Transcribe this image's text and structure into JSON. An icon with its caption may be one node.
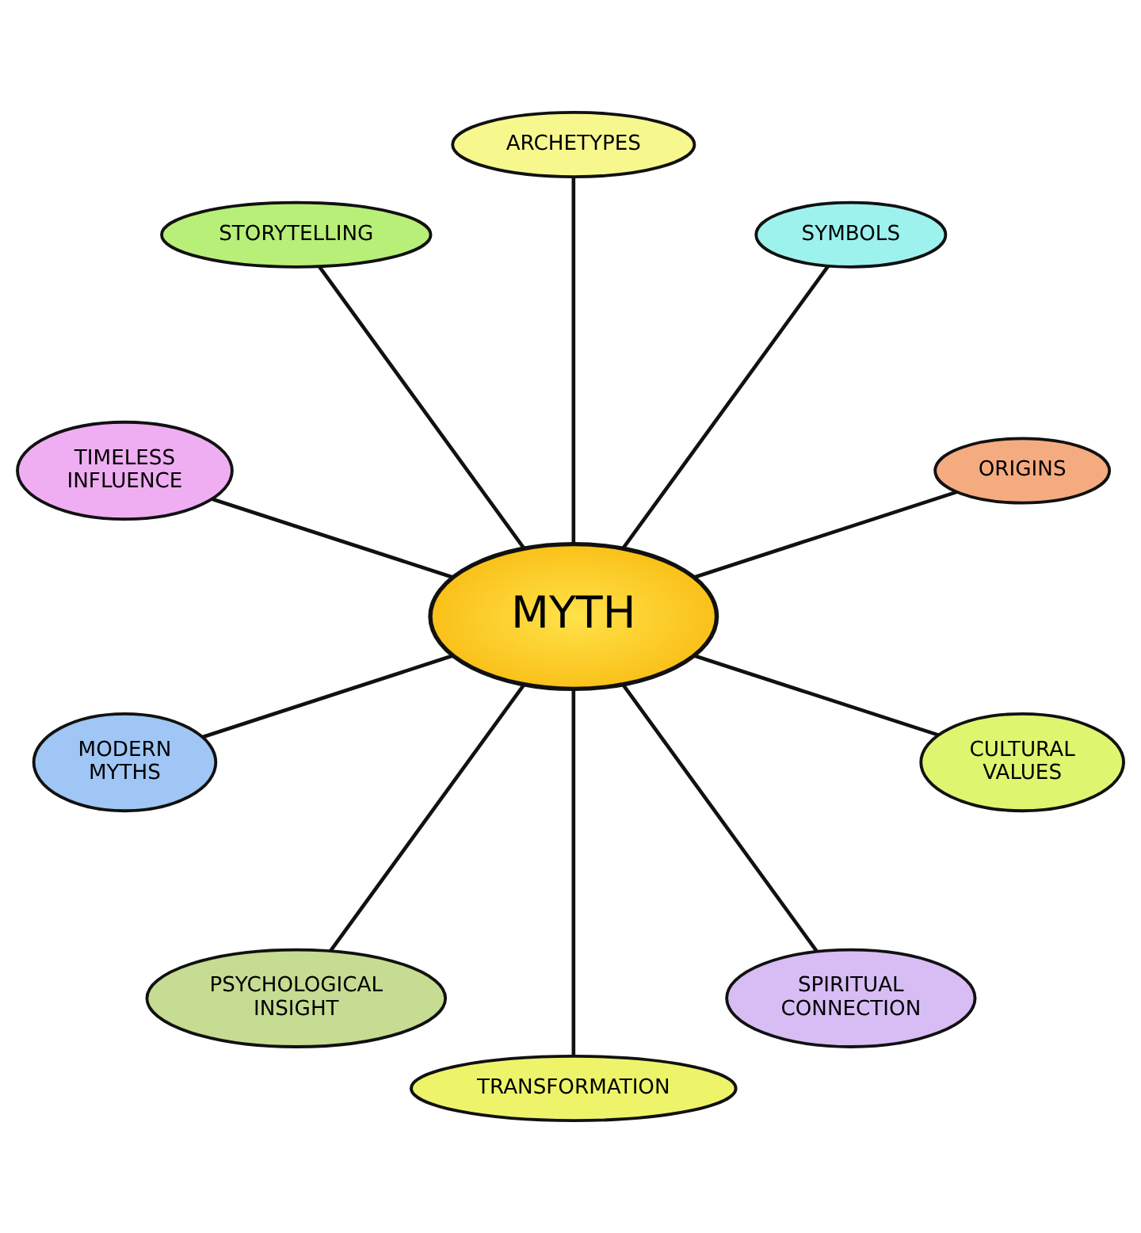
{
  "diagram": {
    "nodes": [
      {
        "text": [
          "MYTH"
        ]
      },
      {
        "text": [
          "STORYTELLING"
        ]
      },
      {
        "text": [
          "ARCHETYPES"
        ]
      },
      {
        "text": [
          "SYMBOLS"
        ]
      },
      {
        "text": [
          "TIMELESS INFLUENCE"
        ]
      },
      {
        "text": [
          "ORIGINS"
        ]
      },
      {
        "text": [
          "MODERN MYTHS"
        ]
      },
      {
        "text": [
          "CULTURAL VALUES"
        ]
      },
      {
        "text": [
          "PSYCHOLOGICAL INSIGHT"
        ]
      },
      {
        "text": [
          "SPIRITUAL CONNECTION"
        ]
      },
      {
        "text": [
          "TRANSFORMATION"
        ]
      }
    ],
    "edges": [
      {
        "from": 0,
        "to": 1,
        "arrow": "none"
      },
      {
        "from": 0,
        "to": 2,
        "arrow": "none"
      },
      {
        "from": 0,
        "to": 3,
        "arrow": "none"
      },
      {
        "from": 0,
        "to": 4,
        "arrow": "none"
      },
      {
        "from": 0,
        "to": 5,
        "arrow": "none"
      },
      {
        "from": 0,
        "to": 6,
        "arrow": "none"
      },
      {
        "from": 0,
        "to": 7,
        "arrow": "none"
      },
      {
        "from": 0,
        "to": 8,
        "arrow": "none"
      },
      {
        "from": 0,
        "to": 9,
        "arrow": "none"
      },
      {
        "from": 0,
        "to": 10,
        "arrow": "none"
      }
    ]
  }
}
